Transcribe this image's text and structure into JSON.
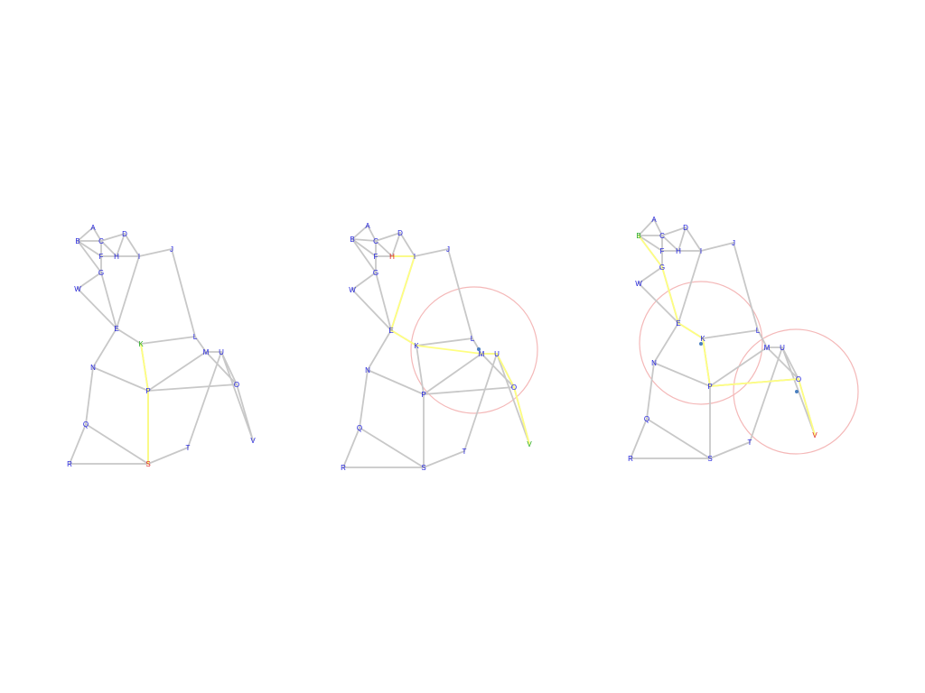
{
  "colors": {
    "edge": "#c8c8c8",
    "path": "#ffff80",
    "label": "#2222dd",
    "start": "#22aa22",
    "goal": "#dd2222",
    "circle": "#f4b8b8",
    "marker": "#4a7fc0"
  },
  "node_labels": [
    "A",
    "B",
    "C",
    "D",
    "E",
    "F",
    "G",
    "H",
    "I",
    "J",
    "K",
    "L",
    "M",
    "N",
    "O",
    "P",
    "Q",
    "R",
    "S",
    "T",
    "U",
    "V",
    "W"
  ],
  "edges": [
    [
      "A",
      "B"
    ],
    [
      "A",
      "C"
    ],
    [
      "B",
      "C"
    ],
    [
      "B",
      "F"
    ],
    [
      "B",
      "G"
    ],
    [
      "C",
      "F"
    ],
    [
      "C",
      "H"
    ],
    [
      "C",
      "D"
    ],
    [
      "D",
      "H"
    ],
    [
      "D",
      "I"
    ],
    [
      "F",
      "G"
    ],
    [
      "F",
      "H"
    ],
    [
      "H",
      "I"
    ],
    [
      "I",
      "J"
    ],
    [
      "I",
      "E"
    ],
    [
      "G",
      "E"
    ],
    [
      "G",
      "W"
    ],
    [
      "W",
      "E"
    ],
    [
      "E",
      "K"
    ],
    [
      "E",
      "N"
    ],
    [
      "J",
      "L"
    ],
    [
      "K",
      "L"
    ],
    [
      "K",
      "P"
    ],
    [
      "L",
      "M"
    ],
    [
      "M",
      "P"
    ],
    [
      "M",
      "U"
    ],
    [
      "M",
      "O"
    ],
    [
      "U",
      "O"
    ],
    [
      "U",
      "V"
    ],
    [
      "U",
      "T"
    ],
    [
      "O",
      "V"
    ],
    [
      "O",
      "P"
    ],
    [
      "N",
      "P"
    ],
    [
      "N",
      "Q"
    ],
    [
      "Q",
      "R"
    ],
    [
      "Q",
      "S"
    ],
    [
      "R",
      "S"
    ],
    [
      "P",
      "S"
    ],
    [
      "S",
      "T"
    ]
  ],
  "panels": [
    {
      "start": "K",
      "goal": "S",
      "path": [
        "K",
        "P",
        "S"
      ]
    },
    {
      "start": "V",
      "goal": "H",
      "path": [
        "V",
        "O",
        "U",
        "M",
        "K",
        "E",
        "I",
        "H"
      ]
    },
    {
      "start": "B",
      "goal": "V",
      "path": [
        "B",
        "G",
        "E",
        "K",
        "P",
        "O",
        "V"
      ]
    }
  ]
}
